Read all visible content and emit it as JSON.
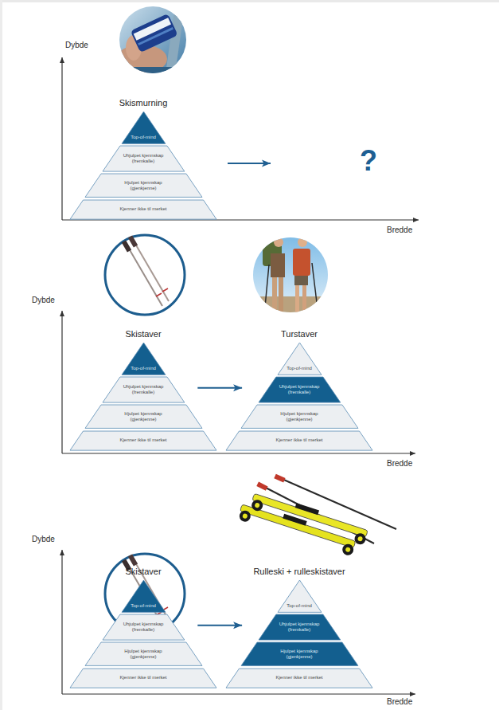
{
  "diagram": {
    "nodes": [
      {
        "text": [
          "Skismurning"
        ]
      },
      {
        "text": [
          "Top-of-mind"
        ],
        "in": 0
      },
      {
        "text": [
          "Uhjulpet kjennskap (fremkalle)"
        ],
        "in": 0
      },
      {
        "text": [
          "Hjulpet kjennskap (gjenkjenne)"
        ],
        "in": 0
      },
      {
        "text": [
          "Kjenner ikke til merket"
        ],
        "in": 0
      },
      {
        "text": [
          "Skistaver"
        ]
      },
      {
        "text": [
          "Top-of-mind"
        ],
        "in": 5
      },
      {
        "text": [
          "Uhjulpet kjennskap (fremkalle)"
        ],
        "in": 5
      },
      {
        "text": [
          "Hjulpet kjennskap (gjenkjenne)"
        ],
        "in": 5
      },
      {
        "text": [
          "Kjenner ikke til merket"
        ],
        "in": 5
      },
      {
        "text": [
          "Turstaver"
        ]
      },
      {
        "text": [
          "Top-of-mind"
        ],
        "in": 10
      },
      {
        "text": [
          "Uhjulpet kjennskap (fremkalle)"
        ],
        "in": 10
      },
      {
        "text": [
          "Hjulpet kjennskap (gjenkjenne)"
        ],
        "in": 10
      },
      {
        "text": [
          "Kjenner ikke til merket"
        ],
        "in": 10
      },
      {
        "text": [
          "Skistaver"
        ]
      },
      {
        "text": [
          "Top-of-mind"
        ],
        "in": 15
      },
      {
        "text": [
          "Uhjulpet kjennskap (fremkalle)"
        ],
        "in": 15
      },
      {
        "text": [
          "Hjulpet kjennskap (gjenkjenne)"
        ],
        "in": 15
      },
      {
        "text": [
          "Kjenner ikke til merket"
        ],
        "in": 15
      },
      {
        "text": [
          "Rulleski + rulleskistaver"
        ]
      },
      {
        "text": [
          "Top-of-mind"
        ],
        "in": 20
      },
      {
        "text": [
          "Uhjulpet kjennskap (fremkalle)"
        ],
        "in": 20
      },
      {
        "text": [
          "Hjulpet kjennskap (gjenkjenne)"
        ],
        "in": 20
      },
      {
        "text": [
          "Kjenner ikke til merket"
        ],
        "in": 20
      }
    ],
    "edges": [
      {
        "from": 5,
        "to": 10,
        "arrow": "to"
      },
      {
        "from": 15,
        "to": 20,
        "arrow": "to"
      }
    ],
    "labels": [
      "Dybde",
      "Bredde",
      "?",
      "Dybde",
      "Bredde",
      "Dybde",
      "Bredde"
    ]
  }
}
